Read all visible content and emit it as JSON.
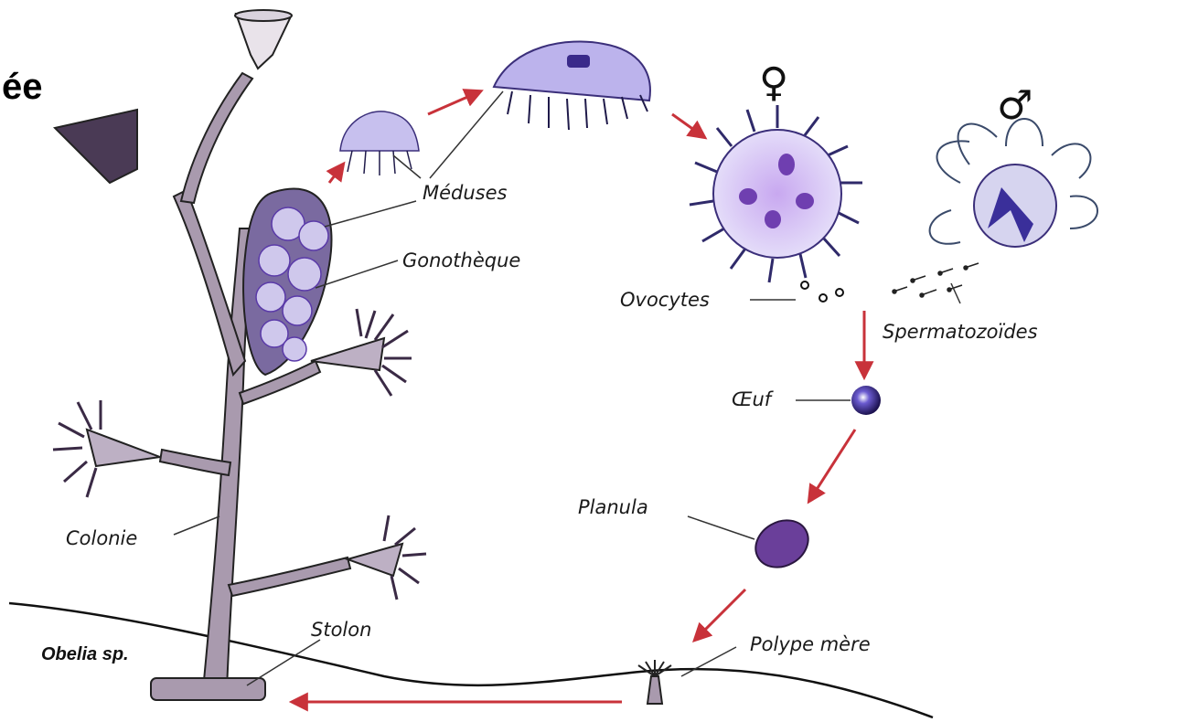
{
  "figure": {
    "title_fragment": "ée",
    "species": "Obelia sp.",
    "symbols": {
      "female": "♀",
      "male": "♂"
    },
    "labels": {
      "meduses": "Méduses",
      "gonotheque": "Gonothèque",
      "ovocytes": "Ovocytes",
      "spermatozoides": "Spermatozoïdes",
      "oeuf": "Œuf",
      "planula": "Planula",
      "colonie": "Colonie",
      "stolon": "Stolon",
      "polype_mere": "Polype mère"
    },
    "colors": {
      "arrow": "#c8323a",
      "stem_fill": "#a99aae",
      "stem_stroke": "#222222",
      "medusa_fill": "#b6b0e6",
      "medusa_dark": "#5a3aa8",
      "egg": "#2a1b66",
      "planula": "#6a3f9a"
    }
  }
}
